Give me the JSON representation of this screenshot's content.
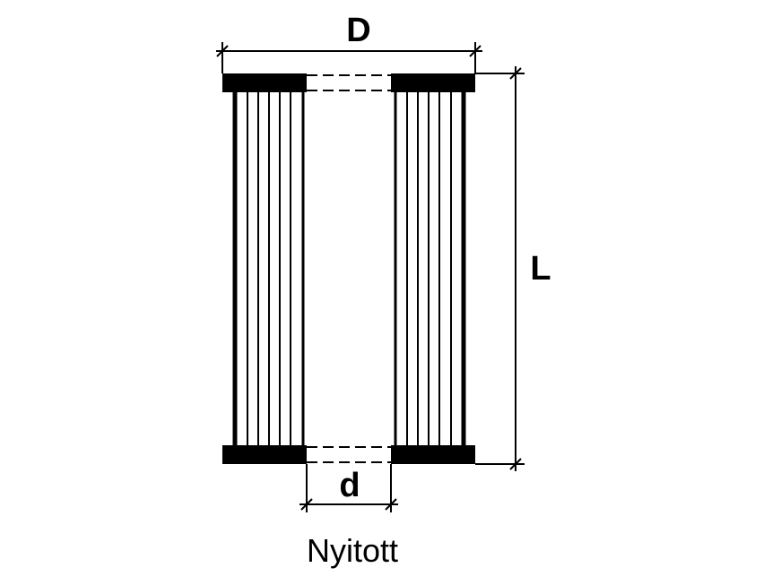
{
  "labels": {
    "outer_diameter": "D",
    "inner_diameter": "d",
    "length": "L",
    "caption": "Nyitott"
  },
  "colors": {
    "ink": "#000000",
    "background": "#ffffff"
  }
}
